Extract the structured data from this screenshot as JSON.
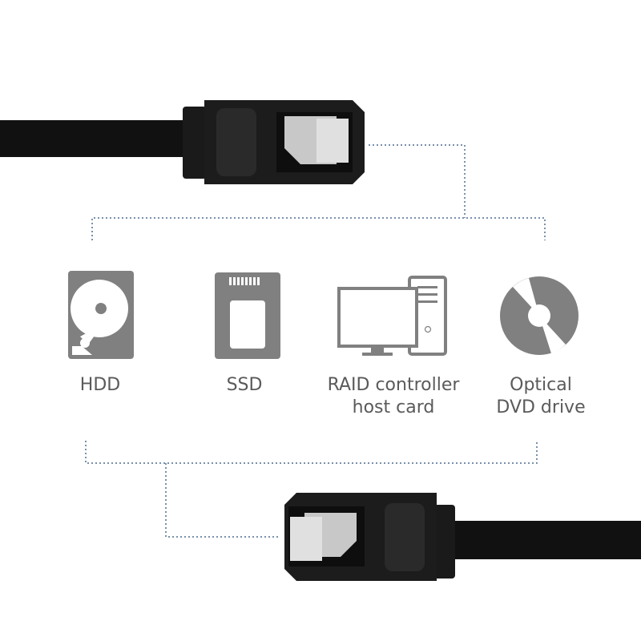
{
  "devices": [
    {
      "icon": "hdd-icon",
      "label": "HDD"
    },
    {
      "icon": "ssd-icon",
      "label": "SSD"
    },
    {
      "icon": "computer-icon",
      "label_line1": "RAID controller",
      "label_line2": "host card"
    },
    {
      "icon": "optical-disc-icon",
      "label_line1": "Optical",
      "label_line2": "DVD drive"
    }
  ],
  "colors": {
    "icon": "#808080",
    "connector_line": "#4d6d8f",
    "cable": "#111111",
    "latch": "#c8c8c8"
  }
}
